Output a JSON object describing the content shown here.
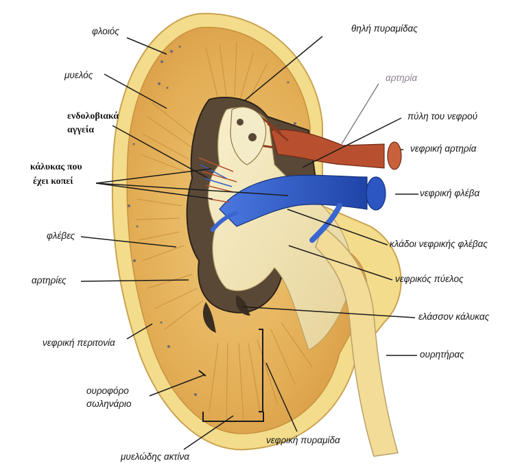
{
  "labels": {
    "floios": "φλοιός",
    "thili": "θηλή πυραμίδας",
    "myelos": "μυελός",
    "artiria": "αρτηρία",
    "endolobiaka_1": "ενδολοβιακά",
    "endolobiaka_2": "αγγεία",
    "pyli": "πύλη του νεφρού",
    "nefriki_artiria": "νεφρική αρτηρία",
    "kalykas_1": "κάλυκας που",
    "kalykas_2": "έχει κοπεί",
    "nefriki_fleva": "νεφρική φλέβα",
    "fleves": "φλέβες",
    "kladoi": "κλάδοι νεφρικής φλέβας",
    "artiries": "αρτηρίες",
    "pyelos": "νεφρικός πύελος",
    "elasson": "ελάσσον κάλυκας",
    "peritonia": "νεφρική περιτονία",
    "ourithiras": "ουρητήρας",
    "ourofore_1": "ουροφόρο",
    "ourofore_2": "σωληνάριο",
    "pyramida": "νεφρική πυραμίδα",
    "aktina": "μυελώδης ακτίνα"
  },
  "colors": {
    "capsule": "#f3dc8c",
    "cortex": "#e6b35a",
    "medulla_stripe": "#c98b3c",
    "pelvis": "#f2e8b8",
    "vein": "#2f59c9",
    "artery": "#b8502f",
    "leader_line": "#1a1a1a"
  }
}
